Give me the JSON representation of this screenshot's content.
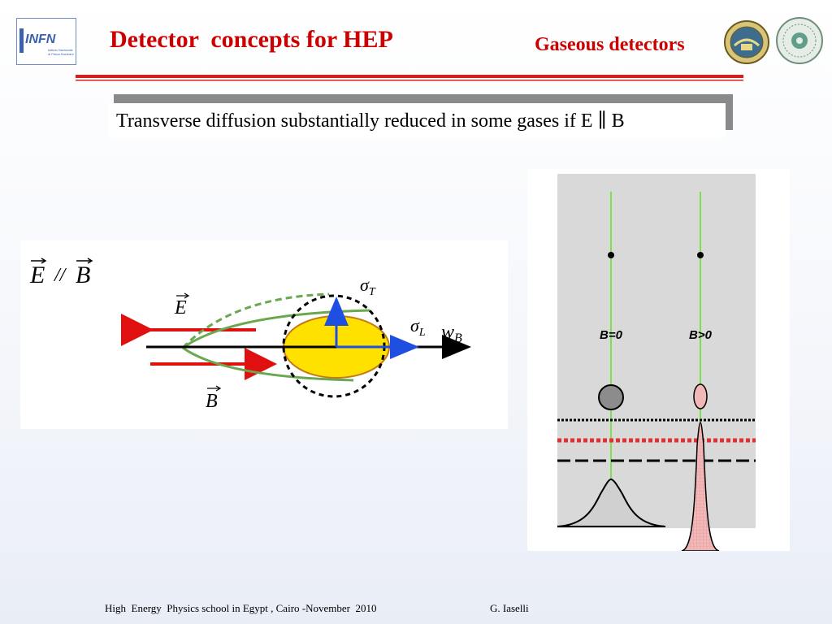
{
  "header": {
    "logo_text": "INFN",
    "logo_subtext_1": "Istituto Nazionale",
    "logo_subtext_2": "di Fisica Nucleare",
    "title": "Detector  concepts for HEP",
    "subtitle": "Gaseous detectors"
  },
  "statement": "Transverse diffusion substantially reduced in some gases if E ∥ B",
  "diagram_left": {
    "label_condition": "E // B",
    "label_E": "E",
    "label_B": "B",
    "label_sigma_T": "σT",
    "label_sigma_L": "σL",
    "label_wB": "wB"
  },
  "diagram_right": {
    "label_B0": "B=0",
    "label_Bgt0": "B>0"
  },
  "footer": {
    "event": "High  Energy  Physics school in Egypt , Cairo -November  2010",
    "author": "G. Iaselli"
  },
  "colors": {
    "title_red": "#cc0000",
    "rule_red": "#d32020",
    "arrow_red": "#e01010",
    "arrow_blue": "#1f4fe0",
    "ellipse_yellow": "#ffe100",
    "curve_green": "#6aa84f",
    "track_green": "#7de04a",
    "peak_pink": "#f2b8b8"
  }
}
